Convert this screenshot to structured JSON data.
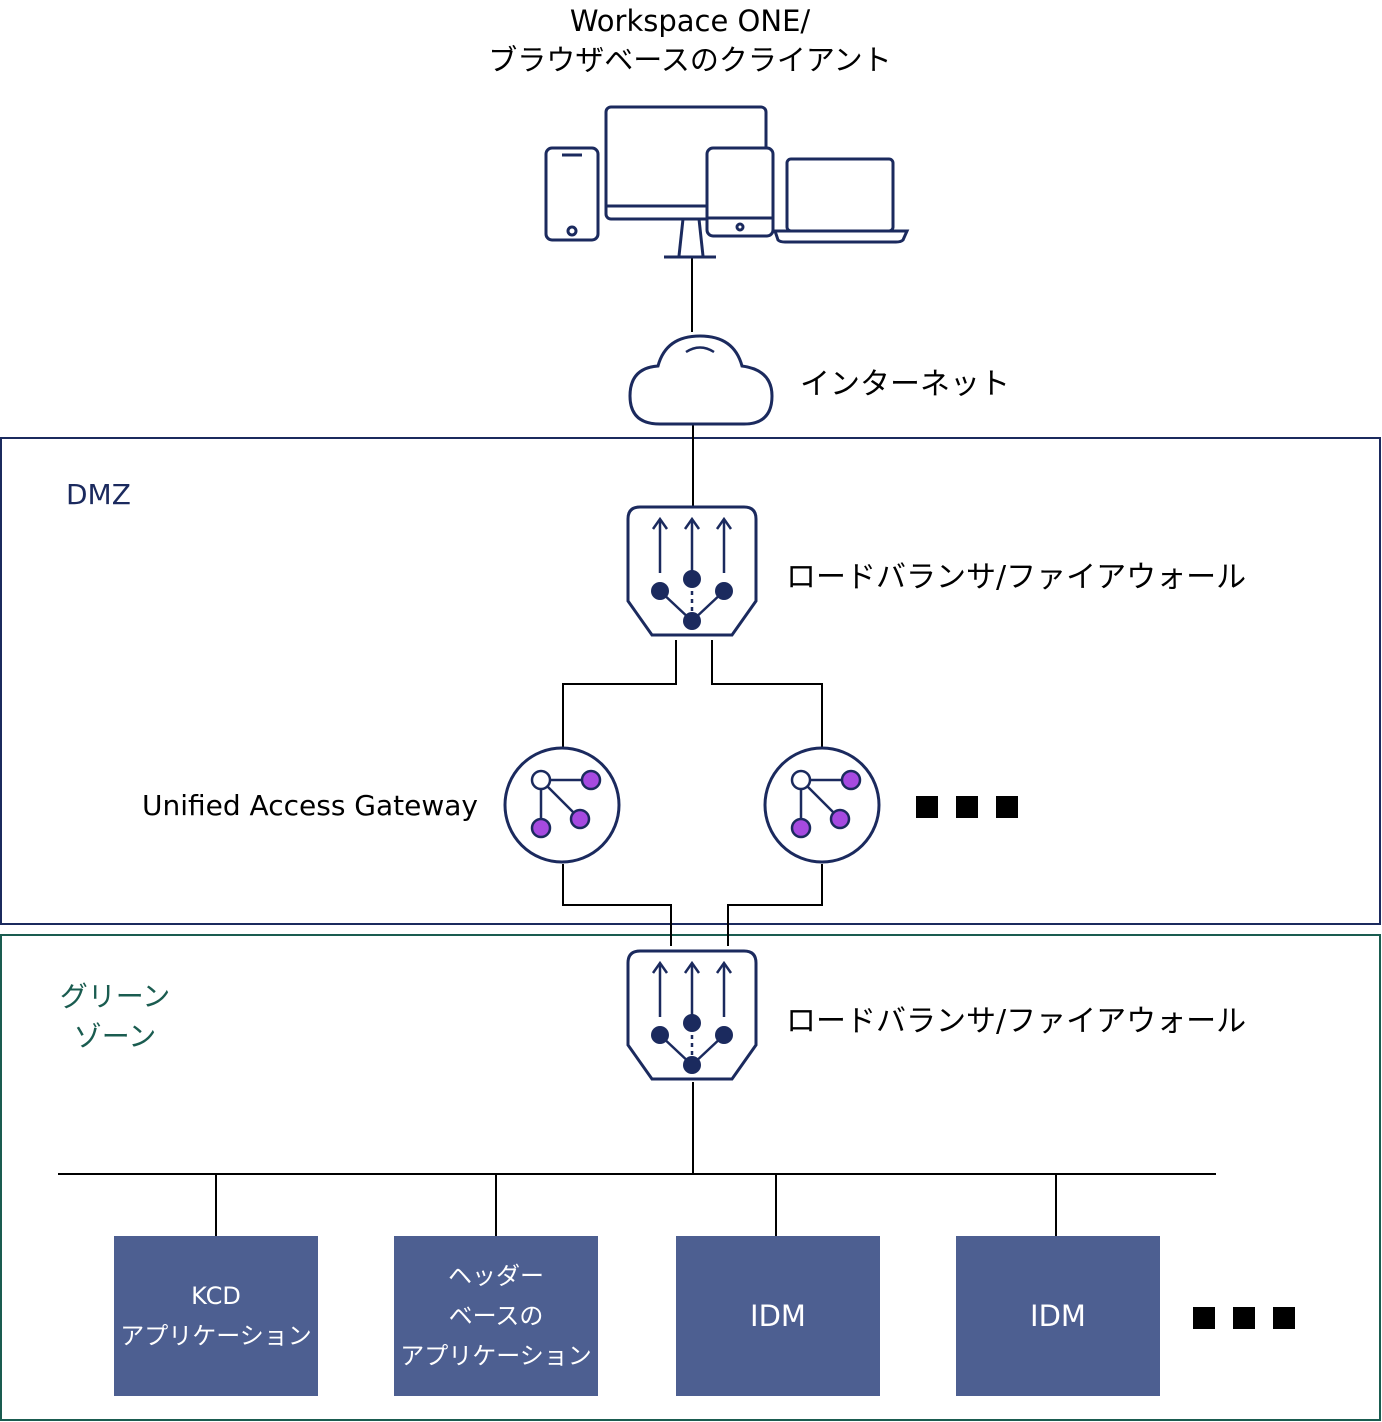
{
  "title": {
    "line1": "Workspace ONE/",
    "line2": "ブラウザベースのクライアント"
  },
  "internet_label": "インターネット",
  "zones": {
    "dmz": {
      "label": "DMZ"
    },
    "green": {
      "line1": "グリーン",
      "line2": "ゾーン"
    }
  },
  "load_balancer_label": "ロードバランサ/ファイアウォール",
  "uag_label": "Unified Access Gateway",
  "servers": [
    {
      "lines": [
        "KCD",
        "アプリケーション"
      ]
    },
    {
      "lines": [
        "ヘッダー",
        "ベースの",
        "アプリケーション"
      ]
    },
    {
      "lines": [
        "IDM"
      ]
    },
    {
      "lines": [
        "IDM"
      ]
    }
  ],
  "colors": {
    "navy": "#1b2a5e",
    "zone_green": "#1a5c50",
    "server_box": "#4d5f91",
    "node_purple": "#a64ae0"
  },
  "icons": [
    "devices-icon",
    "cloud-icon",
    "load-balancer-icon",
    "gateway-icon",
    "ellipsis-icon"
  ]
}
